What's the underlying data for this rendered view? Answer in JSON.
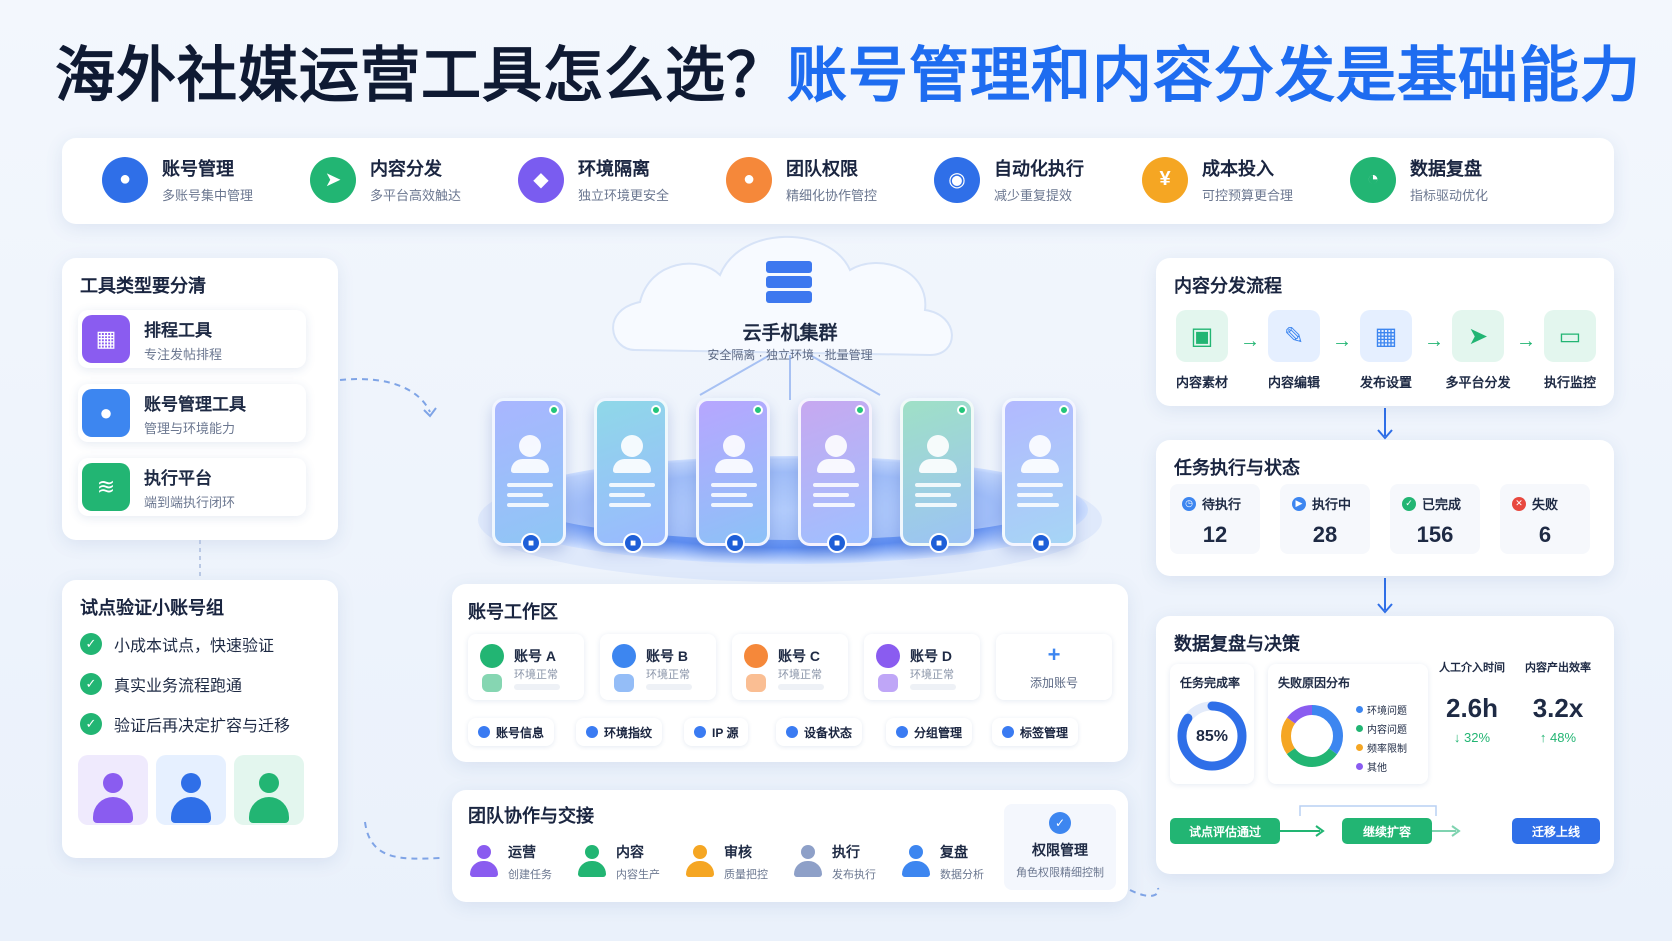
{
  "title": {
    "part1": "海外社媒运营工具怎么选？",
    "part2": "账号管理和内容分发是基础能力"
  },
  "capabilities": [
    {
      "name": "账号管理",
      "desc": "多账号集中管理",
      "icon": "user-icon",
      "color": "#2f6fe8"
    },
    {
      "name": "内容分发",
      "desc": "多平台高效触达",
      "icon": "paper-plane-icon",
      "color": "#22b573"
    },
    {
      "name": "环境隔离",
      "desc": "独立环境更安全",
      "icon": "shield-icon",
      "color": "#7a5cf0"
    },
    {
      "name": "团队权限",
      "desc": "精细化协作管控",
      "icon": "team-icon",
      "color": "#f5883a"
    },
    {
      "name": "自动化执行",
      "desc": "减少重复提效",
      "icon": "robot-icon",
      "color": "#2f6fe8"
    },
    {
      "name": "成本投入",
      "desc": "可控预算更合理",
      "icon": "yen-icon",
      "color": "#f5a623"
    },
    {
      "name": "数据复盘",
      "desc": "指标驱动优化",
      "icon": "pie-chart-icon",
      "color": "#22b573"
    }
  ],
  "tool_types": {
    "title": "工具类型要分清",
    "items": [
      {
        "name": "排程工具",
        "desc": "专注发帖排程",
        "icon": "calendar-icon",
        "color": "#8a5cf0"
      },
      {
        "name": "账号管理工具",
        "desc": "管理与环境能力",
        "icon": "user-icon",
        "color": "#3d86f0"
      },
      {
        "name": "执行平台",
        "desc": "端到端执行闭环",
        "icon": "layers-icon",
        "color": "#22b573"
      }
    ]
  },
  "pilot": {
    "title": "试点验证小账号组",
    "checks": [
      "小成本试点，快速验证",
      "真实业务流程跑通",
      "验证后再决定扩容与迁移"
    ]
  },
  "cloud": {
    "title": "云手机集群",
    "subtitle": "安全隔离 · 独立环境 · 批量管理",
    "icon": "server-icon"
  },
  "workspace": {
    "title": "账号工作区",
    "accounts": [
      {
        "name": "账号 A",
        "status": "环境正常",
        "color": "#22b573"
      },
      {
        "name": "账号 B",
        "status": "环境正常",
        "color": "#3d86f0"
      },
      {
        "name": "账号 C",
        "status": "环境正常",
        "color": "#f5883a"
      },
      {
        "name": "账号 D",
        "status": "环境正常",
        "color": "#8a5cf0"
      }
    ],
    "add_label": "添加账号",
    "tags": [
      "账号信息",
      "环境指纹",
      "IP 源",
      "设备状态",
      "分组管理",
      "标签管理"
    ]
  },
  "team": {
    "title": "团队协作与交接",
    "roles": [
      {
        "name": "运营",
        "desc": "创建任务",
        "color": "#8a5cf0"
      },
      {
        "name": "内容",
        "desc": "内容生产",
        "color": "#22b573"
      },
      {
        "name": "审核",
        "desc": "质量把控",
        "color": "#f5a623"
      },
      {
        "name": "执行",
        "desc": "发布执行",
        "color": "#8ea0c8"
      },
      {
        "name": "复盘",
        "desc": "数据分析",
        "color": "#3d86f0"
      }
    ],
    "permission": {
      "name": "权限管理",
      "desc": "角色权限精细控制"
    }
  },
  "flow": {
    "title": "内容分发流程",
    "steps": [
      {
        "label": "内容素材",
        "icon": "image-icon",
        "color": "#22b573",
        "bg": "#e3f6ee"
      },
      {
        "label": "内容编辑",
        "icon": "edit-icon",
        "color": "#3d86f0",
        "bg": "#e5efff"
      },
      {
        "label": "发布设置",
        "icon": "calendar-icon",
        "color": "#3d86f0",
        "bg": "#e5efff"
      },
      {
        "label": "多平台分发",
        "icon": "paper-plane-icon",
        "color": "#22b573",
        "bg": "#e3f6ee"
      },
      {
        "label": "执行监控",
        "icon": "monitor-icon",
        "color": "#22b573",
        "bg": "#e3f6ee"
      }
    ]
  },
  "tasks": {
    "title": "任务执行与状态",
    "stats": [
      {
        "label": "待执行",
        "value": "12",
        "color": "#3d86f0"
      },
      {
        "label": "执行中",
        "value": "28",
        "color": "#3d86f0"
      },
      {
        "label": "已完成",
        "value": "156",
        "color": "#22b573"
      },
      {
        "label": "失败",
        "value": "6",
        "color": "#e8483f"
      }
    ]
  },
  "review": {
    "title": "数据复盘与决策",
    "completion": {
      "label": "任务完成率",
      "value": "85%",
      "percent": 85
    },
    "failure": {
      "label": "失败原因分布",
      "legend": [
        "环境问题",
        "内容问题",
        "频率限制",
        "其他"
      ],
      "shares": [
        35,
        30,
        20,
        15
      ],
      "colors": [
        "#3d86f0",
        "#22b573",
        "#f5a623",
        "#8a5cf0"
      ]
    },
    "manual": {
      "label": "人工介入时间",
      "value": "2.6h",
      "change": "↓ 32%"
    },
    "output": {
      "label": "内容产出效率",
      "value": "3.2x",
      "change": "↑ 48%"
    },
    "actions": [
      "试点评估通过",
      "继续扩容",
      "迁移上线"
    ]
  }
}
